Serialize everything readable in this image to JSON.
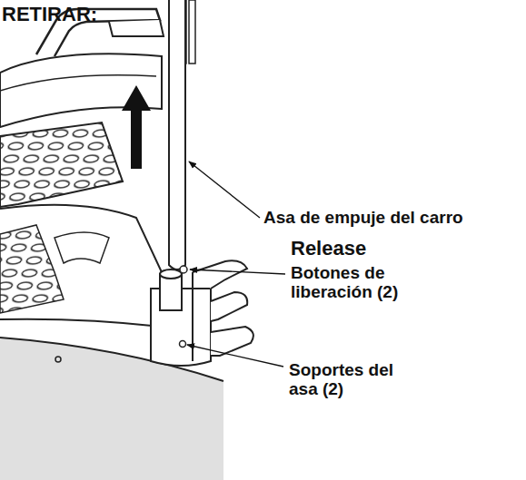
{
  "diagram": {
    "title": "RETIRAR:",
    "labels": [
      "Asa de empuje del carro",
      "Release",
      "Botones de liberación (2)",
      "Soportes del asa (2)"
    ]
  }
}
